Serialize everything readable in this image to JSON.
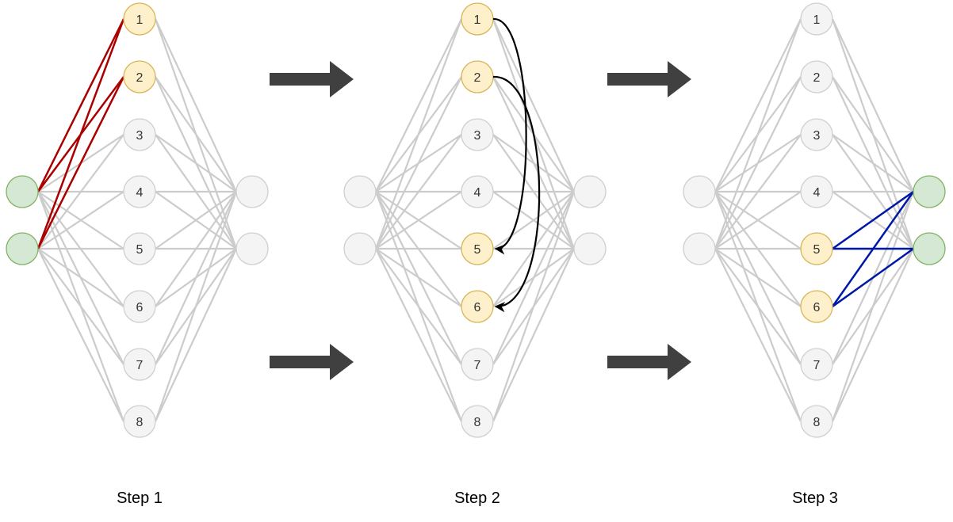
{
  "colors": {
    "edge_default": "#cccccc",
    "edge_step1": "#aa0000",
    "edge_step3": "#0018a8",
    "move_arrow": "#000000",
    "step_arrow": "#404040",
    "node_default_fill": "#f4f4f4",
    "node_default_stroke": "#cfcfcf",
    "node_selected_fill": "#fff0cc",
    "node_selected_stroke": "#d6b656",
    "node_active_fill": "#d5e8d4",
    "node_active_stroke": "#82b366"
  },
  "hidden_labels": [
    "1",
    "2",
    "3",
    "4",
    "5",
    "6",
    "7",
    "8"
  ],
  "steps": [
    {
      "label": "Step 1",
      "input_state": [
        "active",
        "active"
      ],
      "hidden_state": [
        "selected",
        "selected",
        "default",
        "default",
        "default",
        "default",
        "default",
        "default"
      ],
      "output_state": [
        "default",
        "default"
      ],
      "highlight": {
        "layer": "input-hidden",
        "hidden": [
          0,
          1
        ],
        "color_key": "edge_step1"
      },
      "moves": []
    },
    {
      "label": "Step 2",
      "input_state": [
        "default",
        "default"
      ],
      "hidden_state": [
        "selected",
        "selected",
        "default",
        "default",
        "selected",
        "selected",
        "default",
        "default"
      ],
      "output_state": [
        "default",
        "default"
      ],
      "highlight": null,
      "moves": [
        {
          "from": "1",
          "to": "5"
        },
        {
          "from": "2",
          "to": "6"
        }
      ]
    },
    {
      "label": "Step 3",
      "input_state": [
        "default",
        "default"
      ],
      "hidden_state": [
        "default",
        "default",
        "default",
        "default",
        "selected",
        "selected",
        "default",
        "default"
      ],
      "output_state": [
        "active",
        "active"
      ],
      "highlight": {
        "layer": "hidden-output",
        "hidden": [
          4,
          5
        ],
        "color_key": "edge_step3"
      },
      "moves": []
    }
  ]
}
